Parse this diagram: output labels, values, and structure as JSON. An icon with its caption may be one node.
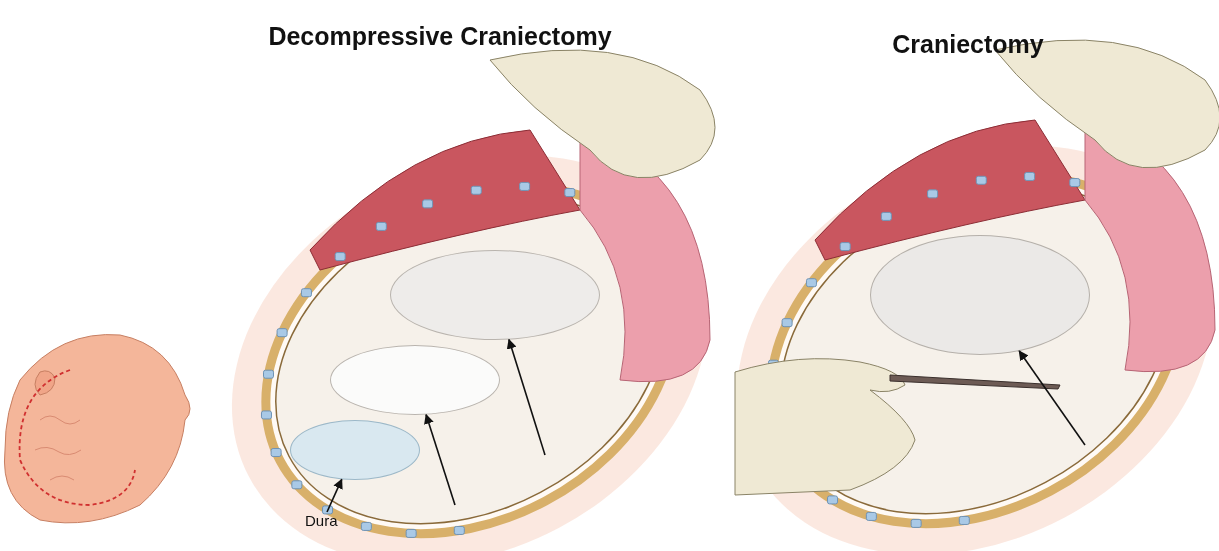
{
  "diagram": {
    "nodes": [
      {
        "text": [
          "Dura"
        ]
      },
      {
        "text": [],
        "shape": "circle"
      },
      {
        "text": [],
        "shape": "circle"
      },
      {
        "text": [],
        "shape": "circle"
      },
      {
        "text": [],
        "shape": "circle"
      }
    ],
    "edges": [
      {
        "from": 0,
        "to": 1,
        "arrow": "to"
      },
      {
        "from": null,
        "to": 2,
        "arrow": "to"
      },
      {
        "from": null,
        "to": 3,
        "arrow": "to"
      },
      {
        "from": null,
        "to": 4,
        "arrow": "to"
      }
    ],
    "labels": [
      "Decompressive Craniectomy",
      "Craniectomy"
    ]
  }
}
